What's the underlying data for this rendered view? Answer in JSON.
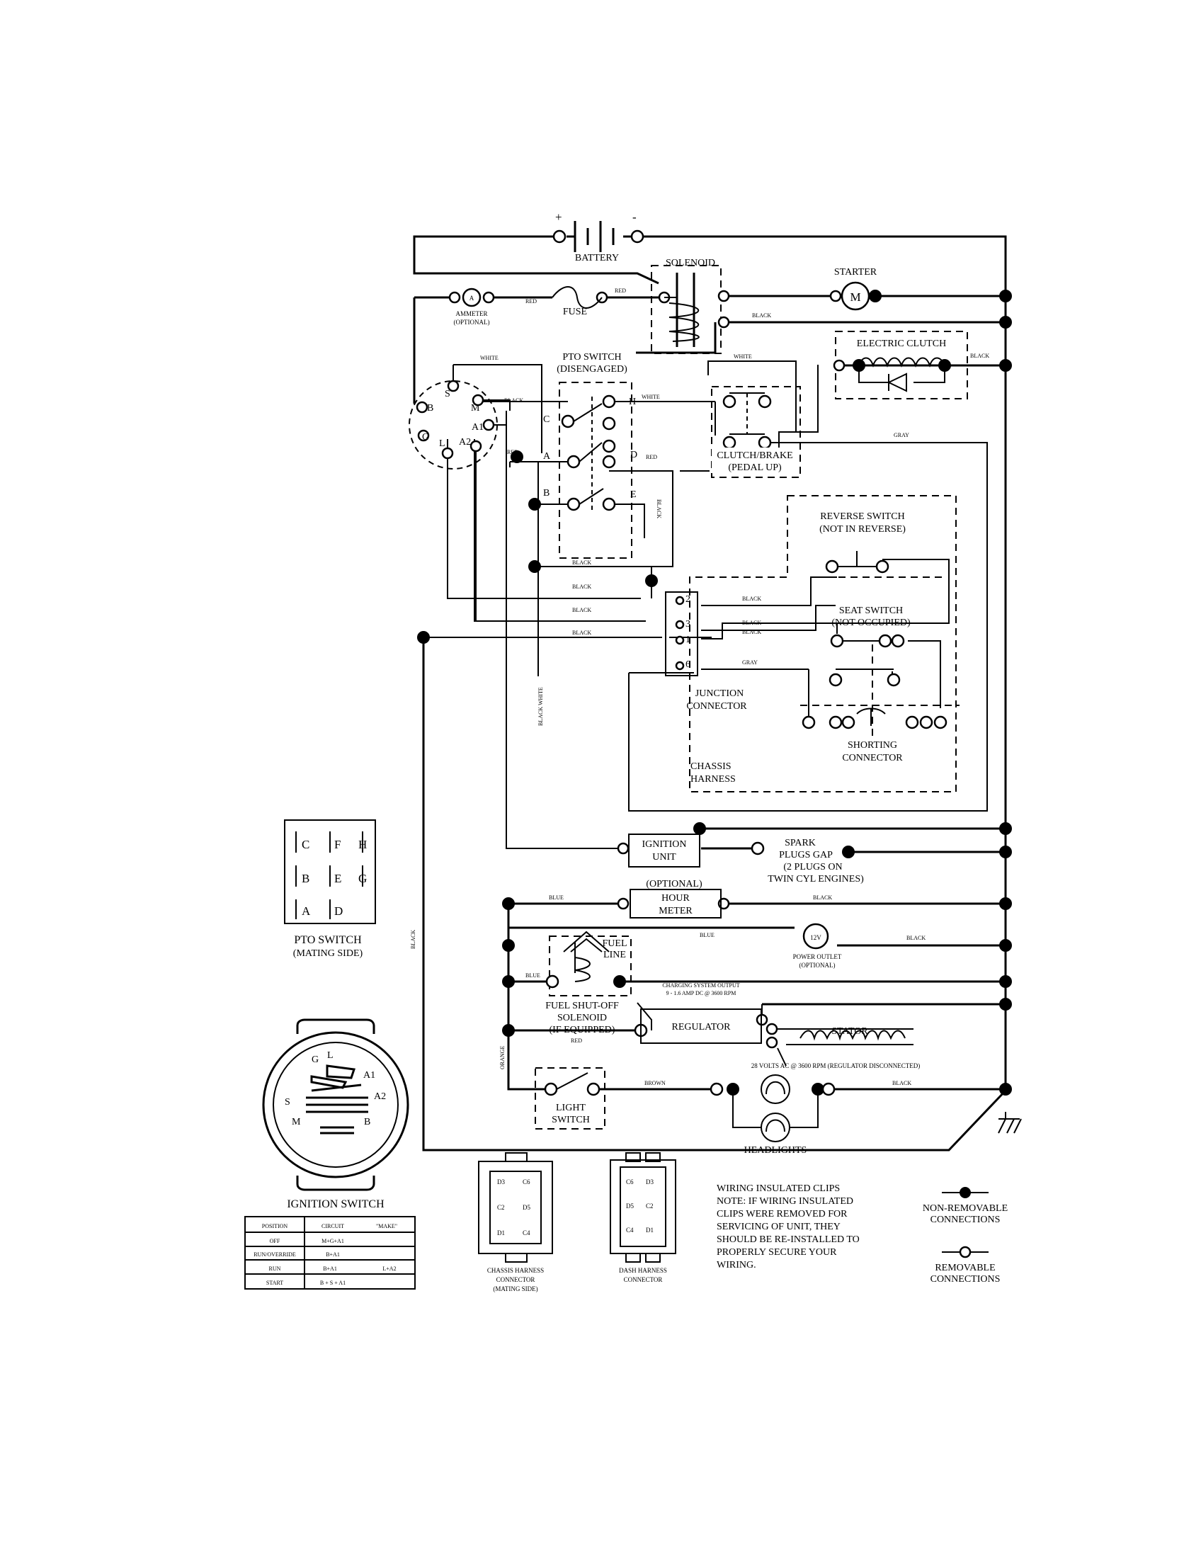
{
  "components": {
    "battery": "BATTERY",
    "battery_pos": "+",
    "battery_neg": "-",
    "solenoid": "SOLENOID",
    "starter": "STARTER",
    "starter_symbol": "M",
    "ammeter": [
      "AMMETER",
      "(OPTIONAL)"
    ],
    "ammeter_symbol": "A",
    "fuse": "FUSE",
    "electric_clutch": "ELECTRIC CLUTCH",
    "pto_switch": [
      "PTO SWITCH",
      "(DISENGAGED)"
    ],
    "clutch_brake": [
      "CLUTCH/BRAKE",
      "(PEDAL UP)"
    ],
    "reverse_switch": [
      "REVERSE SWITCH",
      "(NOT IN REVERSE)"
    ],
    "seat_switch": [
      "SEAT SWITCH",
      "(NOT OCCUPIED)"
    ],
    "junction_connector": [
      "JUNCTION",
      "CONNECTOR"
    ],
    "shorting_connector": [
      "SHORTING",
      "CONNECTOR"
    ],
    "chassis_harness": [
      "CHASSIS",
      "HARNESS"
    ],
    "ignition_unit": [
      "IGNITION",
      "UNIT"
    ],
    "spark_plugs": [
      "SPARK",
      "PLUGS GAP",
      "(2 PLUGS ON",
      "TWIN CYL  ENGINES)"
    ],
    "hour_meter_optional": "(OPTIONAL)",
    "hour_meter": [
      "HOUR",
      "METER"
    ],
    "fuel_line": [
      "FUEL",
      "LINE"
    ],
    "power_outlet": [
      "POWER OUTLET",
      "(OPTIONAL)"
    ],
    "power_outlet_symbol": "12V",
    "fuel_shutoff": [
      "FUEL SHUT-OFF",
      "SOLENOID",
      "(IF EQUIPPED)"
    ],
    "charging_output": [
      "CHARGING SYSTEM OUTPUT",
      "9 - 1.6 AMP DC @ 3600 RPM"
    ],
    "regulator": "REGULATOR",
    "stator": "STATOR",
    "volts_ac": "28 VOLTS AC @ 3600 RPM (REGULATOR DISCONNECTED)",
    "light_switch": [
      "LIGHT",
      "SWITCH"
    ],
    "headlights": "HEADLIGHTS"
  },
  "ignition_terminals": [
    "S",
    "M",
    "A1",
    "A2",
    "L",
    "G",
    "B"
  ],
  "pto_terminals": [
    "C",
    "H",
    "A",
    "D",
    "B",
    "E"
  ],
  "junction_pins": [
    "2",
    "3",
    "1",
    "6"
  ],
  "wire_labels": {
    "red": "RED",
    "black": "BLACK",
    "white": "WHITE",
    "gray": "GRAY",
    "blue": "BLUE",
    "brown": "BROWN",
    "orange": "ORANGE",
    "black_white": "BLACK WHITE"
  },
  "pto_mating": {
    "grid": [
      [
        "C",
        "F",
        "H"
      ],
      [
        "B",
        "E",
        "G"
      ],
      [
        "A",
        "D",
        ""
      ]
    ],
    "title": [
      "PTO SWITCH",
      "(MATING SIDE)"
    ]
  },
  "ignition_switch": {
    "face_labels": [
      "G",
      "L",
      "A1",
      "A2",
      "S",
      "M",
      "B"
    ],
    "title": "IGNITION SWITCH",
    "table": {
      "headers": [
        "POSITION",
        "CIRCUIT",
        "\"MAKE\""
      ],
      "rows": [
        [
          "OFF",
          "M+G+A1",
          ""
        ],
        [
          "RUN/OVERRIDE",
          "B+A1",
          ""
        ],
        [
          "RUN",
          "B+A1",
          "L+A2"
        ],
        [
          "START",
          "B + S + A1",
          ""
        ]
      ]
    }
  },
  "chassis_connector": {
    "pins": [
      "D3",
      "C6",
      "C2",
      "D5",
      "D1",
      "C4"
    ],
    "title": [
      "CHASSIS HARNESS",
      "CONNECTOR",
      "(MATING SIDE)"
    ]
  },
  "dash_connector": {
    "pins": [
      "C6",
      "D3",
      "D5",
      "C2",
      "C4",
      "D1"
    ],
    "title": [
      "DASH HARNESS",
      "CONNECTOR"
    ]
  },
  "note": [
    "WIRING INSULATED CLIPS",
    "NOTE:  IF WIRING INSULATED",
    "CLIPS WERE REMOVED FOR",
    "SERVICING OF UNIT, THEY",
    "SHOULD BE RE-INSTALLED TO",
    "PROPERLY SECURE YOUR",
    "WIRING."
  ],
  "legend": {
    "non_removable": [
      "NON-REMOVABLE",
      "CONNECTIONS"
    ],
    "removable": [
      "REMOVABLE",
      "CONNECTIONS"
    ]
  }
}
